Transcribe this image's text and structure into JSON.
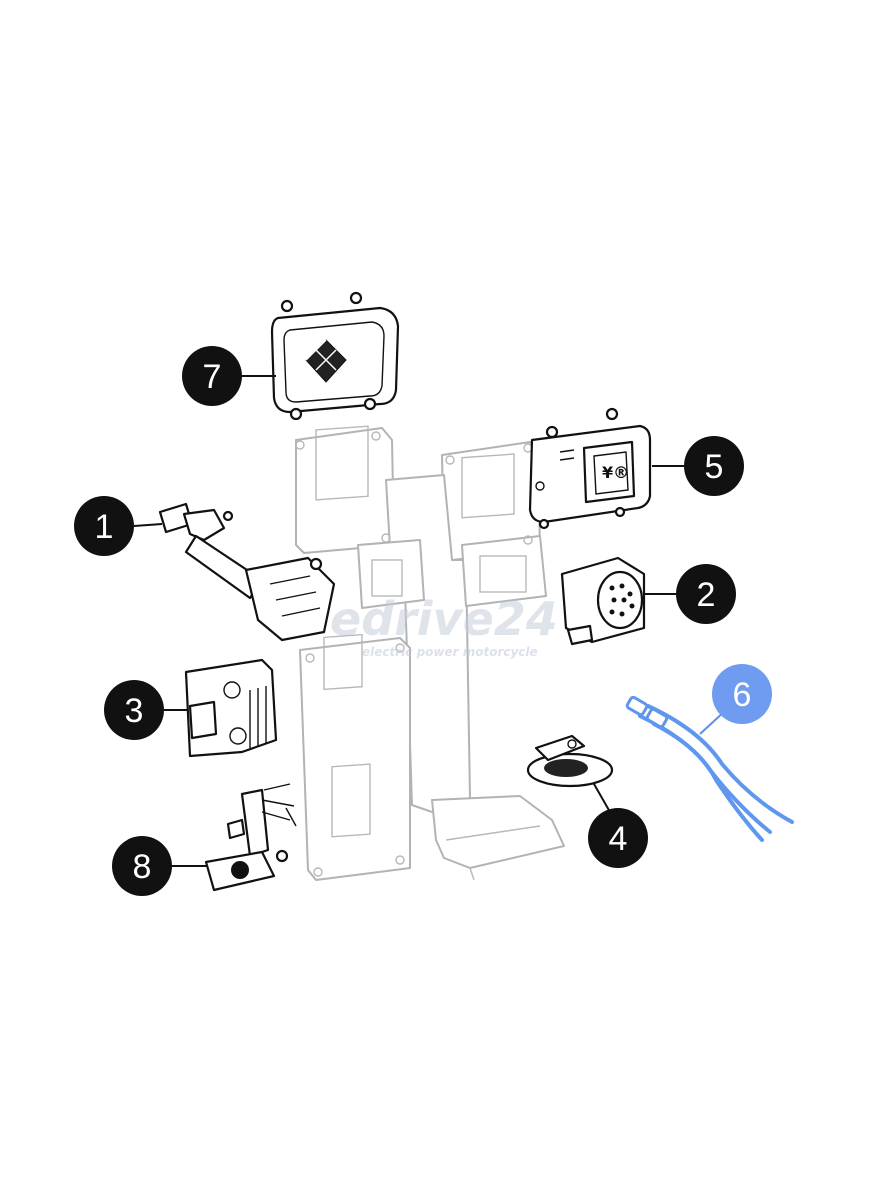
{
  "watermark": {
    "brand": "edrive24",
    "tagline": "electric power motorcycle"
  },
  "callouts": [
    {
      "id": "1",
      "label": "1",
      "part": "ignition-switch",
      "color": "#111111"
    },
    {
      "id": "2",
      "label": "2",
      "part": "speaker-buzzer",
      "color": "#111111"
    },
    {
      "id": "3",
      "label": "3",
      "part": "relay-connector",
      "color": "#111111"
    },
    {
      "id": "4",
      "label": "4",
      "part": "horn",
      "color": "#111111"
    },
    {
      "id": "5",
      "label": "5",
      "part": "controller-module",
      "color": "#111111"
    },
    {
      "id": "6",
      "label": "6",
      "part": "cable-harness",
      "color": "#6f9bf0"
    },
    {
      "id": "7",
      "label": "7",
      "part": "cover-plate",
      "color": "#111111"
    },
    {
      "id": "8",
      "label": "8",
      "part": "sensor-switch",
      "color": "#111111"
    }
  ],
  "colors": {
    "callout_dark": "#111111",
    "callout_highlight": "#6f9bf0",
    "frame_gray": "#b3b3b3",
    "cable_blue": "#5f97ef"
  }
}
